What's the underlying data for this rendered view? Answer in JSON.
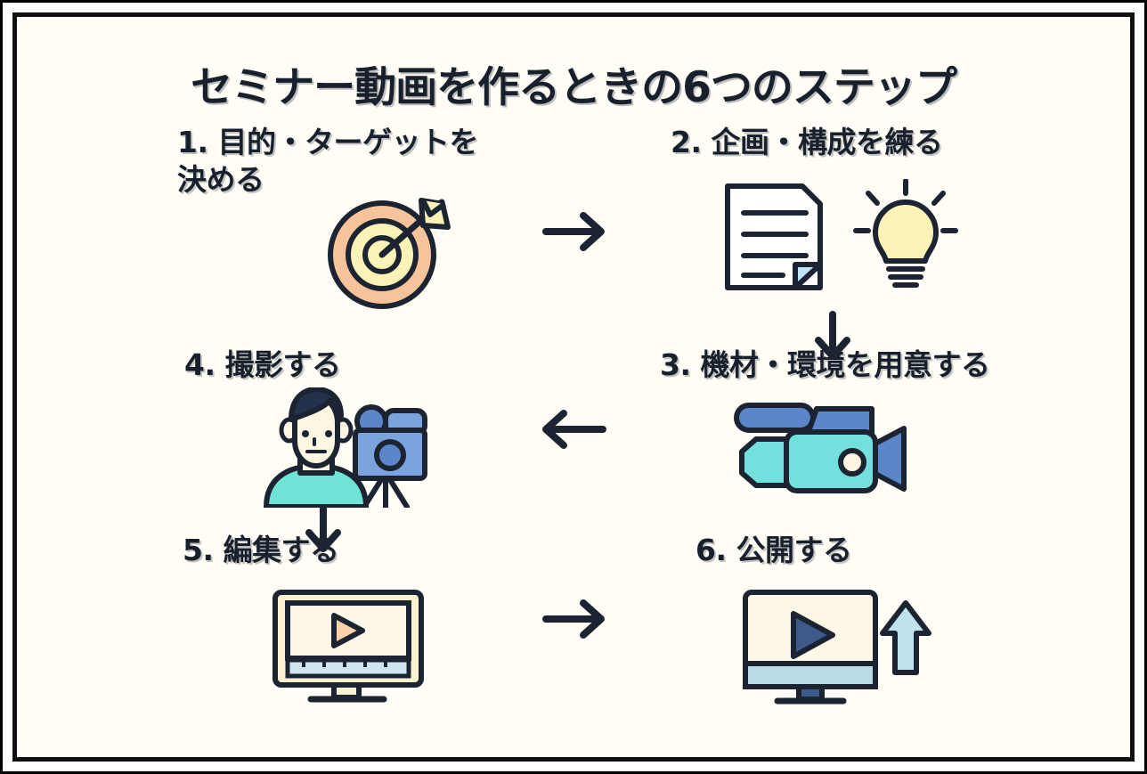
{
  "poster": {
    "title": "セミナー動画を作るときの6つのステップ",
    "background_color": "#fffdf6",
    "frame_color": "#101010",
    "text_color": "#17202b"
  },
  "steps": [
    {
      "number": "1.",
      "label": "1. 目的・ターゲットを\n決める",
      "icon": "target-arrow-icon",
      "colors": {
        "ring_outer": "#f7c39a",
        "ring_inner": "#fbf2b8",
        "outline": "#1b2430"
      }
    },
    {
      "number": "2.",
      "label": "2. 企画・構成を練る",
      "icon": "document-lightbulb-icon",
      "colors": {
        "bulb": "#fbf2b8",
        "fold": "#bde5f2",
        "outline": "#1b2430"
      }
    },
    {
      "number": "3.",
      "label": "3. 機材・環境を用意する",
      "icon": "video-camera-icon",
      "colors": {
        "body": "#74e0dd",
        "accent": "#5b86c9",
        "lens": "#fdf4e0",
        "outline": "#1b2430"
      }
    },
    {
      "number": "4.",
      "label": "4. 撮影する",
      "icon": "person-filming-icon",
      "colors": {
        "hair": "#22324a",
        "skin": "#fdf6e3",
        "shirt": "#6fe3d6",
        "camera": "#7ba3dd",
        "outline": "#1b2430"
      }
    },
    {
      "number": "5.",
      "label": "5. 編集する",
      "icon": "video-editing-monitor-icon",
      "colors": {
        "screen": "#fdf7e6",
        "play": "#f8d3ab",
        "timeline": "#cfe6ef",
        "base": "#fbf2cf",
        "outline": "#1b2430"
      }
    },
    {
      "number": "6.",
      "label": "6. 公開する",
      "icon": "publish-monitor-upload-icon",
      "colors": {
        "screen": "#fdf7e6",
        "play": "#3d5a8a",
        "bar": "#b9dbe6",
        "arrow": "#bfe2ee",
        "outline": "#1b2430"
      }
    }
  ],
  "arrows": [
    {
      "name": "arrow-step1-to-step2",
      "direction": "right",
      "color": "#1b2430"
    },
    {
      "name": "arrow-step2-to-step3",
      "direction": "down",
      "color": "#1b2430"
    },
    {
      "name": "arrow-step3-to-step4",
      "direction": "left",
      "color": "#1b2430"
    },
    {
      "name": "arrow-step4-to-step5",
      "direction": "down",
      "color": "#1b2430"
    },
    {
      "name": "arrow-step5-to-step6",
      "direction": "right",
      "color": "#1b2430"
    }
  ]
}
